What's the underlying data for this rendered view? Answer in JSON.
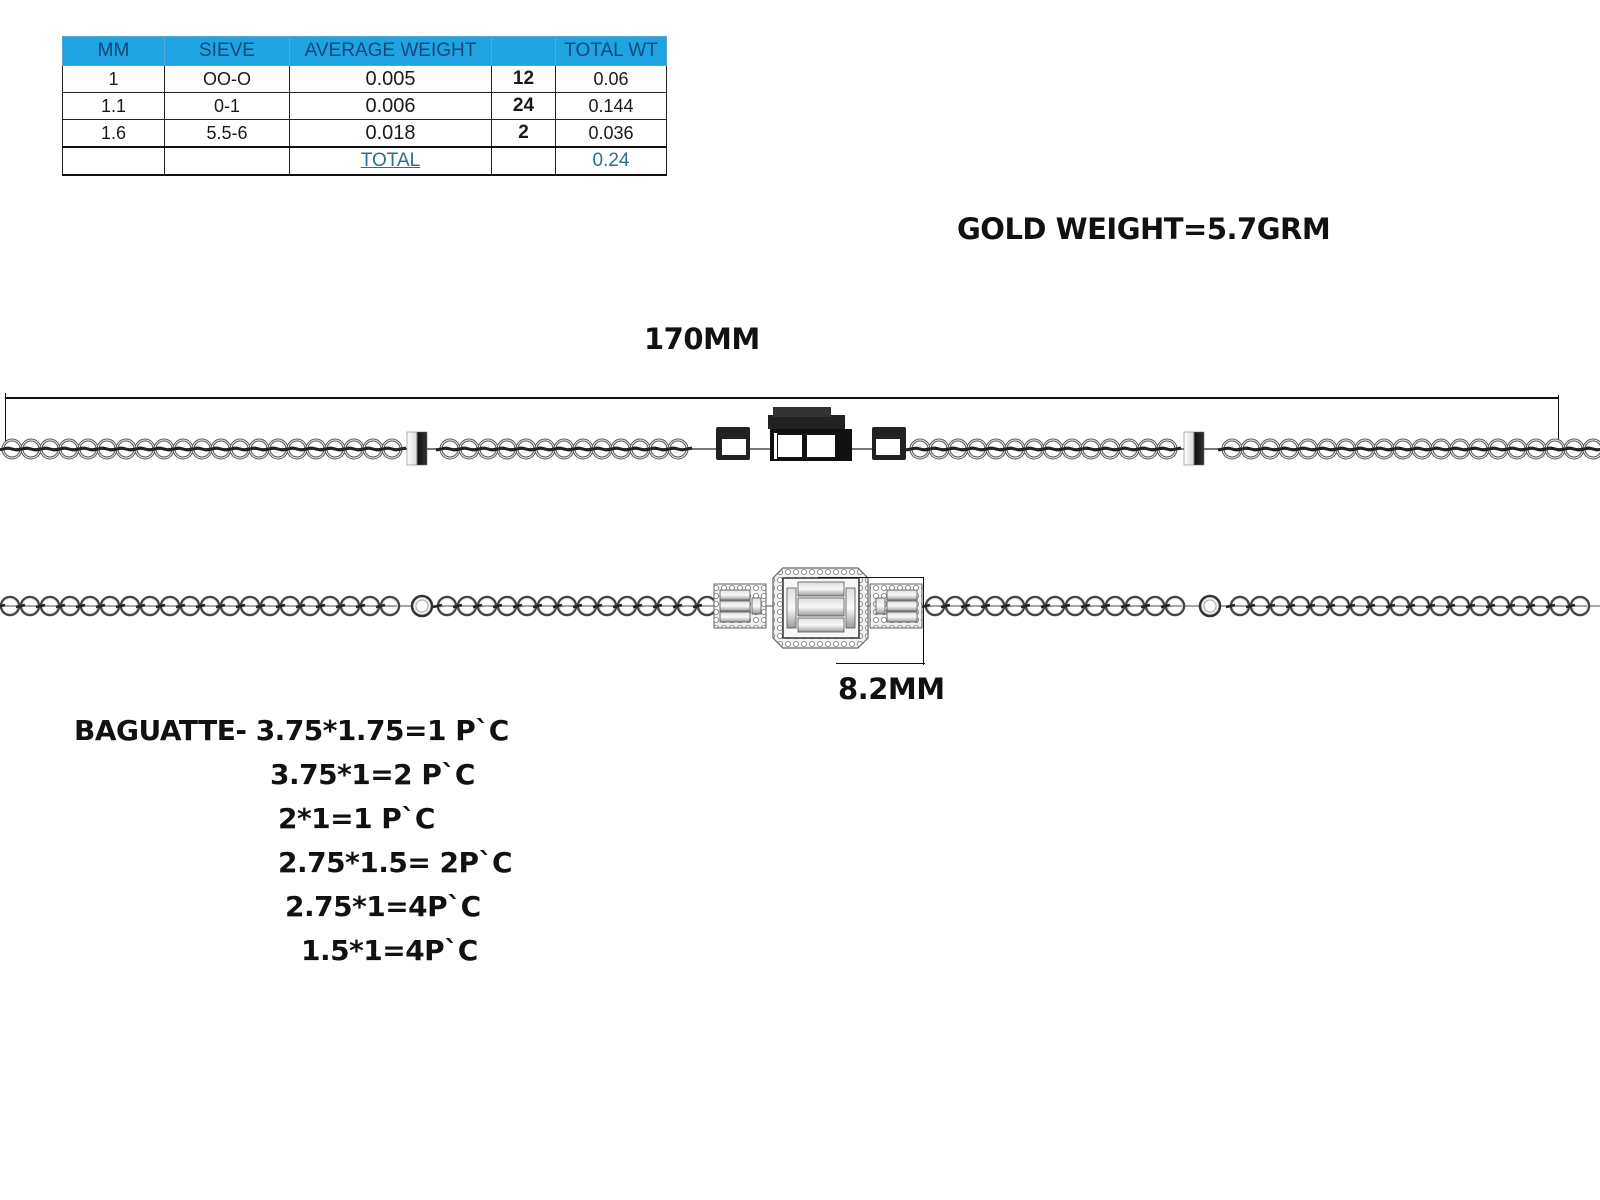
{
  "stone_table": {
    "headers": [
      "MM",
      "SIEVE",
      "AVERAGE WEIGHT",
      "",
      "TOTAL WT"
    ],
    "rows": [
      {
        "mm": "1",
        "sieve": "OO-O",
        "avg_weight": "0.005",
        "qty": "12",
        "total_wt": "0.06"
      },
      {
        "mm": "1.1",
        "sieve": "0-1",
        "avg_weight": "0.006",
        "qty": "24",
        "total_wt": "0.144"
      },
      {
        "mm": "1.6",
        "sieve": "5.5-6",
        "avg_weight": "0.018",
        "qty": "2",
        "total_wt": "0.036"
      }
    ],
    "total_label": "TOTAL",
    "total_value": "0.24",
    "header_color": "#1fa3e3",
    "header_text_color": "#16467a"
  },
  "gold_weight": "GOLD WEIGHT=5.7GRM",
  "dimensions": {
    "length": "170MM",
    "width": "8.2MM"
  },
  "baguette": {
    "lines": [
      "BAGUATTE- 3.75*1.75=1 P`C",
      "3.75*1=2 P`C",
      "2*1=1 P`C",
      "2.75*1.5= 2P`C",
      "2.75*1=4P`C",
      "1.5*1=4P`C"
    ]
  },
  "views": {
    "top": "bracelet-side-view",
    "bottom": "bracelet-front-view"
  }
}
